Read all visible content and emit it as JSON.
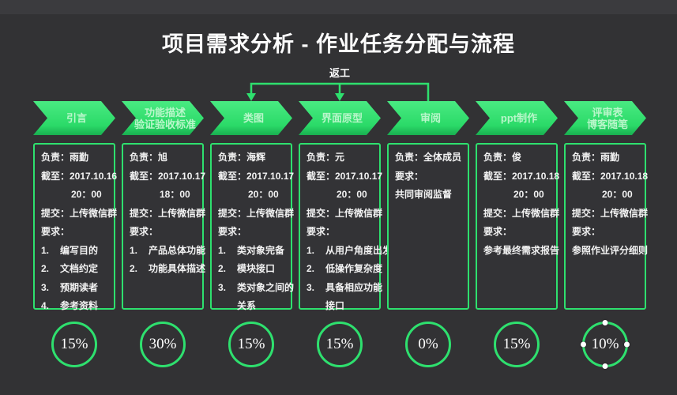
{
  "title": "项目需求分析 - 作业任务分配与流程",
  "rework_label": "返工",
  "colors": {
    "accent_green": "#2ee06e",
    "arrow_text_green": "#b9f6ca",
    "background": "#323234",
    "topbar": "#3b3b3e",
    "text": "#f5f5f5"
  },
  "columns": [
    {
      "stage": "引言",
      "percent": "15%",
      "lines": [
        {
          "num": "",
          "text": "负责：雨勤",
          "cls": ""
        },
        {
          "num": "",
          "text": "截至：2017.10.16",
          "cls": ""
        },
        {
          "num": "",
          "text": "20：00",
          "cls": "ln-time"
        },
        {
          "num": "",
          "text": "提交：上传微信群",
          "cls": ""
        },
        {
          "num": "",
          "text": "要求：",
          "cls": ""
        },
        {
          "num": "1.",
          "text": "编写目的",
          "cls": ""
        },
        {
          "num": "2.",
          "text": "文档约定",
          "cls": ""
        },
        {
          "num": "3.",
          "text": "预期读者",
          "cls": ""
        },
        {
          "num": "4.",
          "text": "参考资料",
          "cls": ""
        }
      ]
    },
    {
      "stage": "功能描述",
      "stage2": "验证验收标准",
      "percent": "30%",
      "lines": [
        {
          "num": "",
          "text": "负责：旭",
          "cls": ""
        },
        {
          "num": "",
          "text": "截至：2017.10.17",
          "cls": ""
        },
        {
          "num": "",
          "text": "18：00",
          "cls": "ln-time"
        },
        {
          "num": "",
          "text": "提交：上传微信群",
          "cls": ""
        },
        {
          "num": "",
          "text": "要求：",
          "cls": ""
        },
        {
          "num": "1.",
          "text": "产品总体功能",
          "cls": ""
        },
        {
          "num": "2.",
          "text": "功能具体描述",
          "cls": ""
        }
      ]
    },
    {
      "stage": "类图",
      "percent": "15%",
      "lines": [
        {
          "num": "",
          "text": "负责：海辉",
          "cls": ""
        },
        {
          "num": "",
          "text": "截至：2017.10.17",
          "cls": ""
        },
        {
          "num": "",
          "text": "20：00",
          "cls": "ln-time"
        },
        {
          "num": "",
          "text": "提交：上传微信群",
          "cls": ""
        },
        {
          "num": "",
          "text": "要求：",
          "cls": ""
        },
        {
          "num": "1.",
          "text": "类对象完备",
          "cls": ""
        },
        {
          "num": "2.",
          "text": "模块接口",
          "cls": ""
        },
        {
          "num": "3.",
          "text": "类对象之间的",
          "cls": ""
        },
        {
          "num": "",
          "text": "关系",
          "cls": "ln-cont"
        }
      ]
    },
    {
      "stage": "界面原型",
      "percent": "15%",
      "lines": [
        {
          "num": "",
          "text": "负责：元",
          "cls": ""
        },
        {
          "num": "",
          "text": "截至：2017.10.17",
          "cls": ""
        },
        {
          "num": "",
          "text": "20：00",
          "cls": "ln-time"
        },
        {
          "num": "",
          "text": "提交：上传微信群",
          "cls": ""
        },
        {
          "num": "",
          "text": "要求：",
          "cls": ""
        },
        {
          "num": "1.",
          "text": "从用户角度出发",
          "cls": ""
        },
        {
          "num": "2.",
          "text": "低操作复杂度",
          "cls": ""
        },
        {
          "num": "3.",
          "text": "具备相应功能",
          "cls": ""
        },
        {
          "num": "",
          "text": "接口",
          "cls": "ln-cont"
        }
      ]
    },
    {
      "stage": "审阅",
      "percent": "0%",
      "lines": [
        {
          "num": "",
          "text": "负责：全体成员",
          "cls": ""
        },
        {
          "num": "",
          "text": "要求：",
          "cls": ""
        },
        {
          "num": "",
          "text": "共同审阅监督",
          "cls": ""
        }
      ]
    },
    {
      "stage": "ppt制作",
      "percent": "15%",
      "lines": [
        {
          "num": "",
          "text": "负责：俊",
          "cls": ""
        },
        {
          "num": "",
          "text": "截至：2017.10.18",
          "cls": ""
        },
        {
          "num": "",
          "text": "20：00",
          "cls": "ln-time"
        },
        {
          "num": "",
          "text": "提交：上传微信群",
          "cls": ""
        },
        {
          "num": "",
          "text": "要求：",
          "cls": ""
        },
        {
          "num": "",
          "text": "参考最终需求报告",
          "cls": ""
        }
      ]
    },
    {
      "stage": "评审表",
      "stage2": "博客随笔",
      "percent": "10%",
      "lines": [
        {
          "num": "",
          "text": "负责：雨勤",
          "cls": ""
        },
        {
          "num": "",
          "text": "截至：2017.10.18",
          "cls": ""
        },
        {
          "num": "",
          "text": "20：00",
          "cls": "ln-time"
        },
        {
          "num": "",
          "text": "提交：上传微信群",
          "cls": ""
        },
        {
          "num": "",
          "text": "要求：",
          "cls": ""
        },
        {
          "num": "",
          "text": "参照作业评分细则",
          "cls": ""
        }
      ]
    }
  ]
}
